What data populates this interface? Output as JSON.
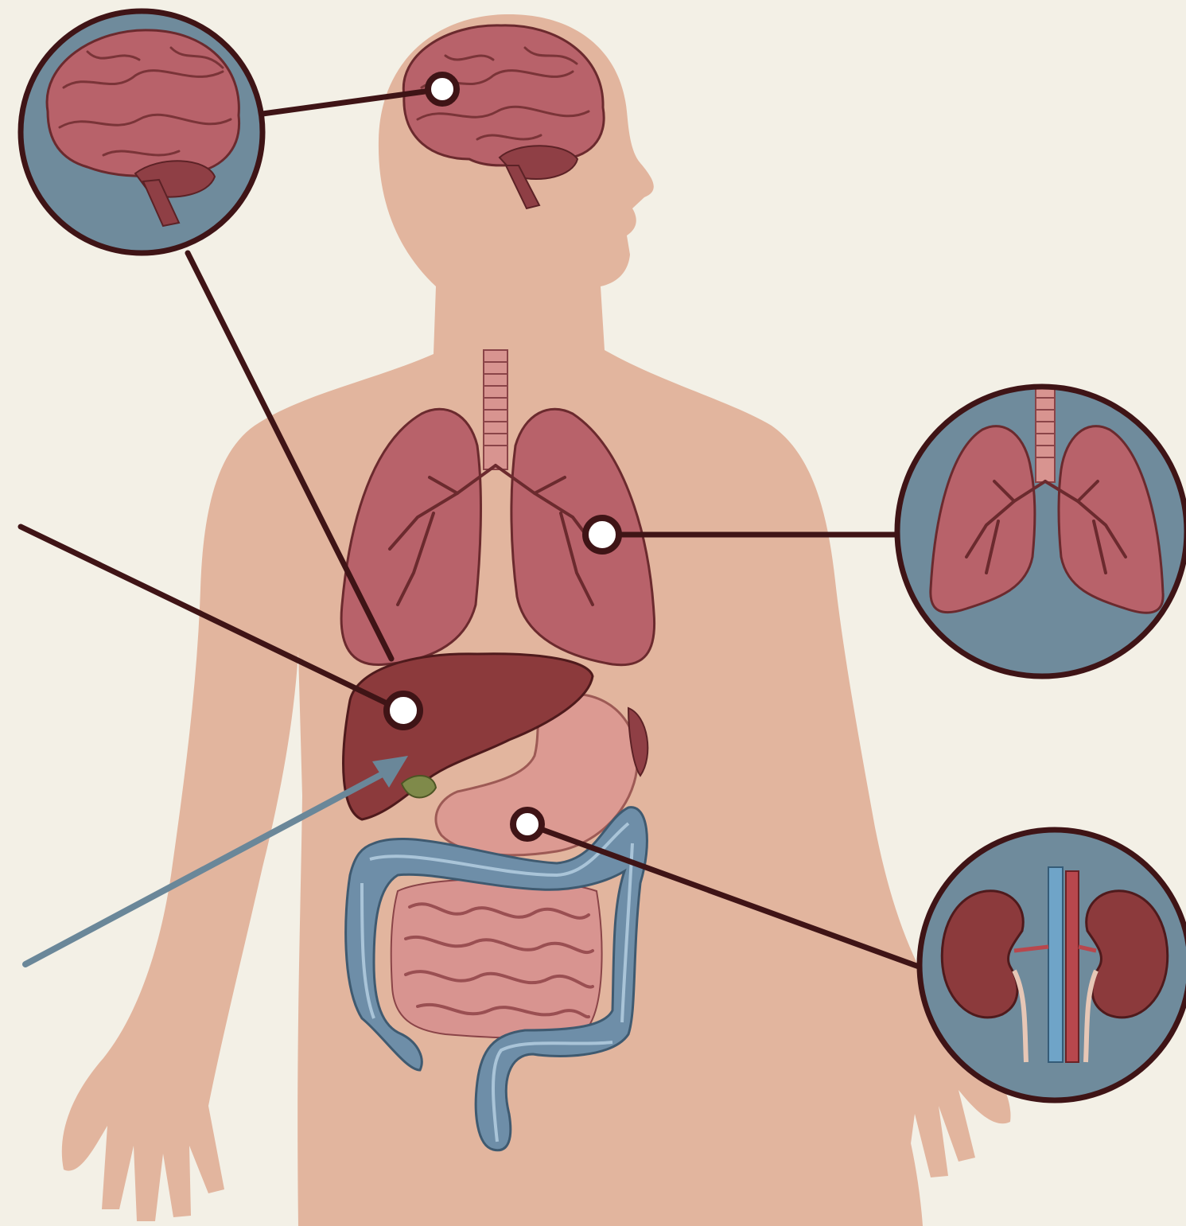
{
  "colors": {
    "background": "#f3f0e6",
    "skin": "#e2b59e",
    "organ": "#b8626a",
    "organ_dark": "#8f3f45",
    "liver": "#8c3a3c",
    "stomach": "#dc9a92",
    "colon": "#6e8ea8",
    "inset_bg": "#6f8b9c",
    "outline": "#3f1416",
    "arrow_blue": "#6a8799",
    "marker_fill": "#ffffff"
  },
  "figure": {
    "organs": [
      "brain",
      "lungs",
      "liver",
      "gallbladder",
      "stomach",
      "small-intestine",
      "large-intestine",
      "kidneys"
    ],
    "insets": [
      "brain",
      "lungs",
      "kidneys"
    ],
    "callout_markers": [
      "brain",
      "lungs",
      "liver",
      "stomach"
    ],
    "labels": []
  }
}
